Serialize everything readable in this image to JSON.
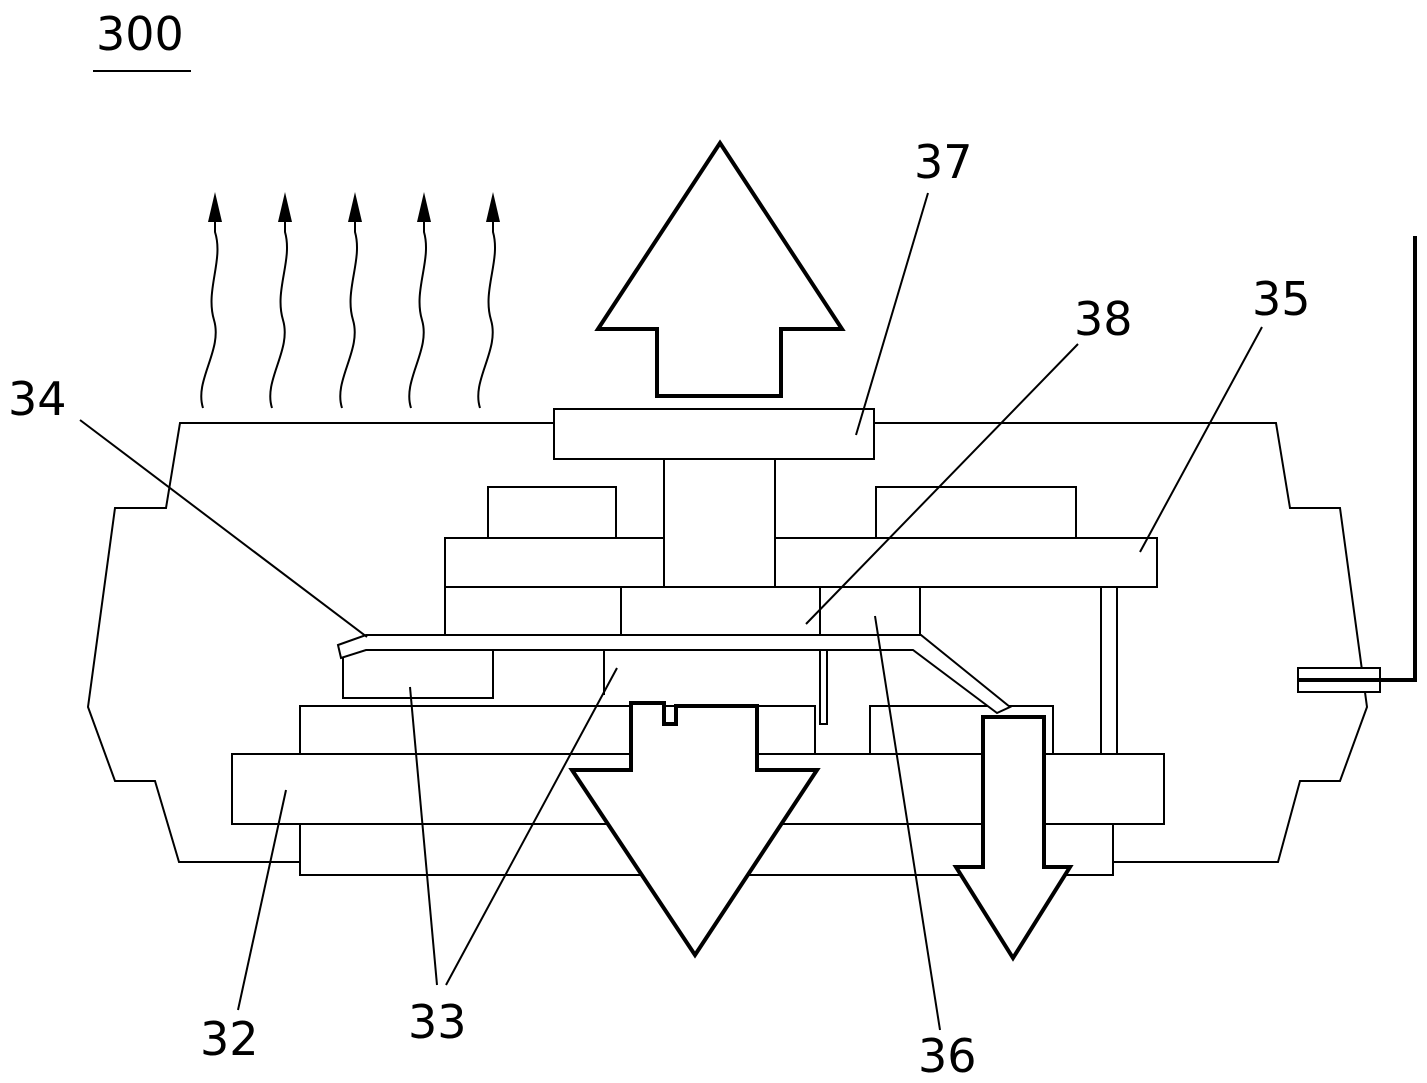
{
  "figure": {
    "reference_numeral": "300",
    "labels": {
      "l32": "32",
      "l33": "33",
      "l34": "34",
      "l35": "35",
      "l36": "36",
      "l37": "37",
      "l38": "38"
    }
  }
}
